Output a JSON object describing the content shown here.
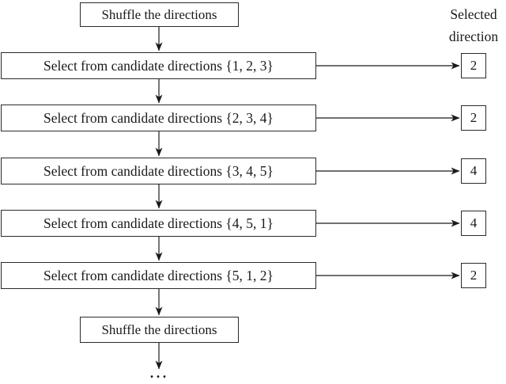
{
  "diagram": {
    "top_box_label": "Shuffle the directions",
    "bottom_box_label": "Shuffle the directions",
    "ellipsis": "...",
    "column_header": {
      "line1": "Selected",
      "line2": "direction"
    },
    "rows": [
      {
        "label": "Select from candidate directions {1, 2, 3}",
        "selected": "2"
      },
      {
        "label": "Select from candidate directions {2, 3, 4}",
        "selected": "2"
      },
      {
        "label": "Select from candidate directions {3, 4, 5}",
        "selected": "4"
      },
      {
        "label": "Select from candidate directions {4, 5, 1}",
        "selected": "4"
      },
      {
        "label": "Select from candidate directions {5, 1, 2}",
        "selected": "2"
      }
    ],
    "colors": {
      "line": "#1a1a1a",
      "background": "#ffffff"
    }
  }
}
